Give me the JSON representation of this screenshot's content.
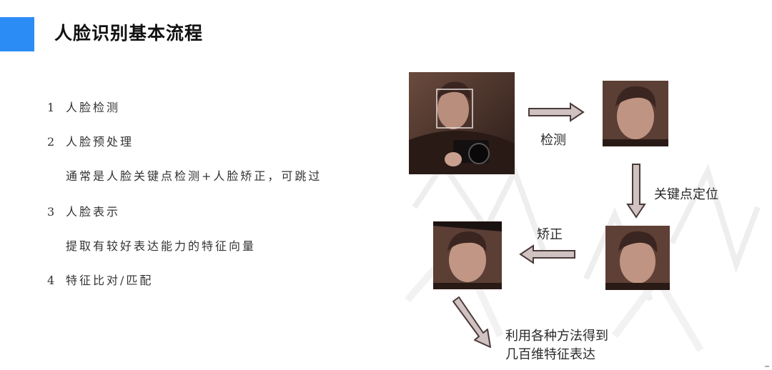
{
  "header": {
    "title": "人脸识别基本流程"
  },
  "steps": [
    {
      "num": "1",
      "label": "人脸检测"
    },
    {
      "num": "2",
      "label": "人脸预处理"
    },
    {
      "num": "",
      "label": "通常是人脸关键点检测+人脸矫正，可跳过"
    },
    {
      "num": "3",
      "label": "人脸表示"
    },
    {
      "num": "",
      "label": "提取有较好表达能力的特征向量"
    },
    {
      "num": "4",
      "label": "特征比对/匹配"
    }
  ],
  "diagram": {
    "detect_label": "检测",
    "keypoint_label": "关键点定位",
    "align_label": "矫正",
    "feature_label_line1": "利用各种方法得到",
    "feature_label_line2": "几百维特征表达"
  },
  "colors": {
    "accent": "#2b8cf6",
    "arrow_fill": "#cfc2c0",
    "arrow_stroke": "#4a3a3a"
  }
}
